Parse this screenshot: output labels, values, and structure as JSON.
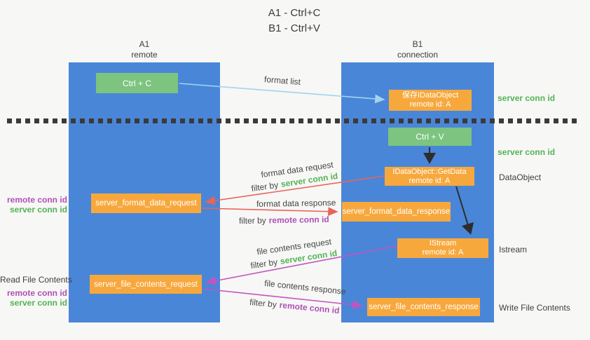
{
  "title": {
    "line1": "A1 - Ctrl+C",
    "line2": "B1 - Ctrl+V"
  },
  "columns": {
    "left": {
      "name": "A1",
      "role": "remote"
    },
    "right": {
      "name": "B1",
      "role": "connection"
    }
  },
  "boxes": {
    "ctrl_c": "Ctrl + C",
    "ctrl_v": "Ctrl + V",
    "save_idataobject": {
      "line1": "保存IDataObject",
      "line2": "remote id: A"
    },
    "getdata": {
      "line1": "IDataObject::GetData",
      "line2": "remote id: A"
    },
    "istream": {
      "line1": "IStream",
      "line2": "remote id: A"
    },
    "server_format_data_request": "server_format_data_request",
    "server_format_data_response": "server_format_data_response",
    "server_file_contents_request": "server_file_contents_request",
    "server_file_contents_response": "server_file_contents_response"
  },
  "labels": {
    "format_list": "format list",
    "format_data_request": "format data request",
    "format_data_response": "format data response",
    "file_contents_request": "file contents request",
    "file_contents_response": "file contents response",
    "filter_by": "filter by",
    "server_conn_id": "server conn id",
    "remote_conn_id": "remote conn id",
    "dataobject": "DataObject",
    "istream": "Istream",
    "read_file_contents": "Read File Contents",
    "write_file_contents": "Write File Contents"
  },
  "colors": {
    "column_blue": "#4a86d8",
    "box_green": "#7cc47f",
    "box_orange": "#f7a83d",
    "text_green": "#52b356",
    "text_purple": "#b04fb8",
    "arrow_lightblue": "#a0d4f2",
    "arrow_red": "#e8635a",
    "arrow_magenta": "#c155c1",
    "arrow_black": "#2d2d2d",
    "background": "#f7f7f5"
  }
}
